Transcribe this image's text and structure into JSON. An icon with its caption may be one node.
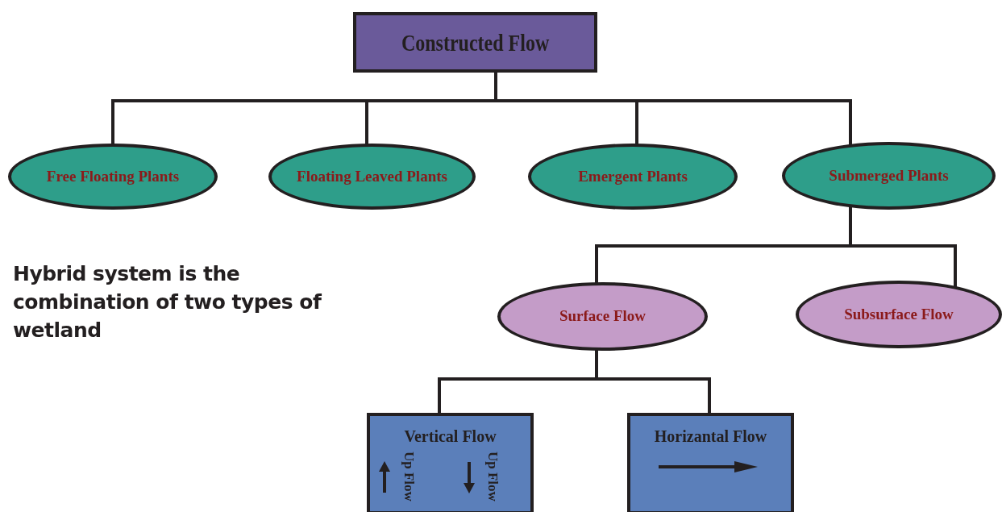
{
  "diagram": {
    "nodes": [
      {
        "text": [
          "Constructed Flow"
        ]
      },
      {
        "text": [
          "Free Floating Plants"
        ]
      },
      {
        "text": [
          "Floating Leaved Plants"
        ]
      },
      {
        "text": [
          "Emergent Plants"
        ]
      },
      {
        "text": [
          "Submerged Plants"
        ]
      },
      {
        "text": [
          "Surface Flow"
        ]
      },
      {
        "text": [
          "Subsurface Flow"
        ]
      },
      {
        "text": [
          "Vertical Flow",
          "Up Flow",
          "Up Flow"
        ]
      },
      {
        "text": [
          "Horizantal Flow"
        ]
      }
    ],
    "edges": [
      {
        "from": 0,
        "to": 1,
        "arrow": "none"
      },
      {
        "from": 0,
        "to": 2,
        "arrow": "none"
      },
      {
        "from": 0,
        "to": 3,
        "arrow": "none"
      },
      {
        "from": 0,
        "to": 4,
        "arrow": "none"
      },
      {
        "from": 4,
        "to": 5,
        "arrow": "none"
      },
      {
        "from": 4,
        "to": 6,
        "arrow": "none"
      },
      {
        "from": 5,
        "to": 7,
        "arrow": "none"
      },
      {
        "from": 5,
        "to": 8,
        "arrow": "none"
      }
    ],
    "labels": [
      "Hybrid system is the combination of two types of wetland"
    ]
  }
}
